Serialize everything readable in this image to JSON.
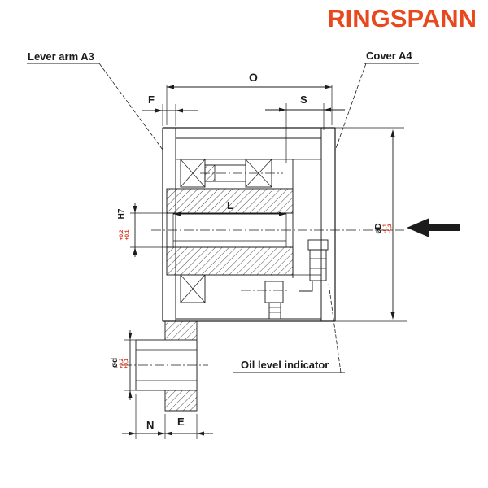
{
  "brand": {
    "name": "RINGSPANN",
    "color": "#E8481D"
  },
  "callouts": {
    "lever_arm": "Lever arm A3",
    "cover": "Cover A4",
    "oil_level": "Oil level indicator"
  },
  "dims": {
    "O": "O",
    "F": "F",
    "S": "S",
    "L": "L",
    "N": "N",
    "E": "E",
    "bore_fit": "H7",
    "outer_dia": "øD",
    "shaft_dia": "ød"
  },
  "tolerances": {
    "color": "#D63318",
    "bore": [
      "+0,2",
      "+0,1"
    ],
    "outer": [
      "-0,1",
      "-0,2"
    ],
    "shaft": [
      "+0,2",
      "+0,1"
    ]
  },
  "drawing": {
    "line_color": "#1c1c1c",
    "background": "#ffffff"
  }
}
